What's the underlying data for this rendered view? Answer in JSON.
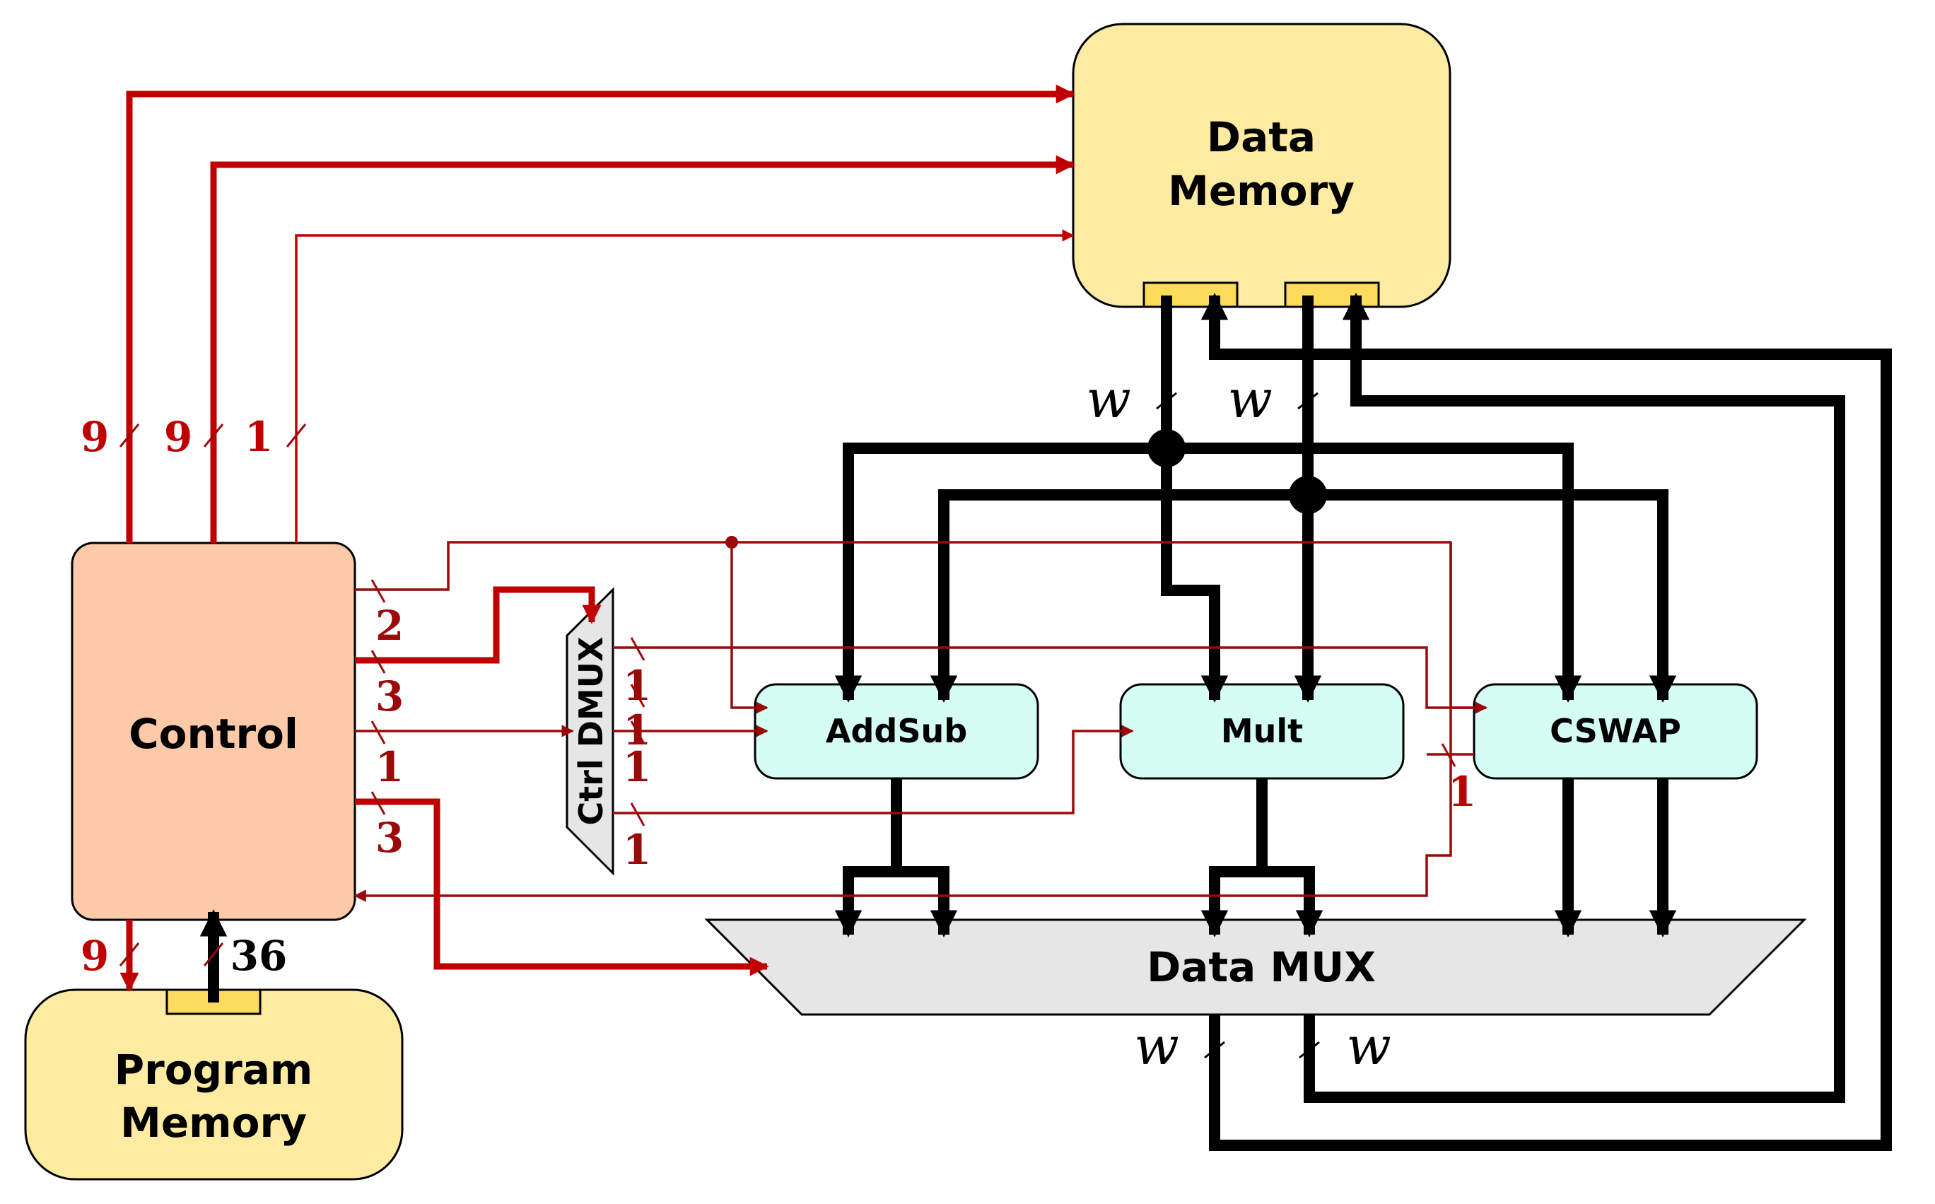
{
  "colors": {
    "memory_fill": "#fdeba1",
    "port_fill": "#fddb5c",
    "control_fill": "#fccaa8",
    "unit_fill": "#d4fdf3",
    "mux_fill": "#e6e6e6",
    "bright_red": "#c00000",
    "dark_red": "#9a0a0a",
    "black": "#000000"
  },
  "blocks": {
    "data_memory": {
      "line1": "Data",
      "line2": "Memory"
    },
    "program_memory": {
      "line1": "Program",
      "line2": "Memory"
    },
    "control": "Control",
    "ctrl_dmux": "Ctrl DMUX",
    "addsub": "AddSub",
    "mult": "Mult",
    "cswap": "CSWAP",
    "data_mux": "Data MUX"
  },
  "bus_labels": {
    "addr1": "9",
    "addr2": "9",
    "we": "1",
    "pm_addr": "9",
    "instr": "36",
    "ctl_2": "2",
    "ctl_3a": "3",
    "ctl_1": "1",
    "ctl_3b": "3",
    "dmux_1a": "1",
    "dmux_1b": "1",
    "dmux_1c": "1",
    "dmux_1d": "1",
    "cswap_1": "1"
  },
  "width_labels": {
    "dm_out1": "w",
    "dm_out2": "w",
    "mux_out1": "w",
    "mux_out2": "w"
  }
}
